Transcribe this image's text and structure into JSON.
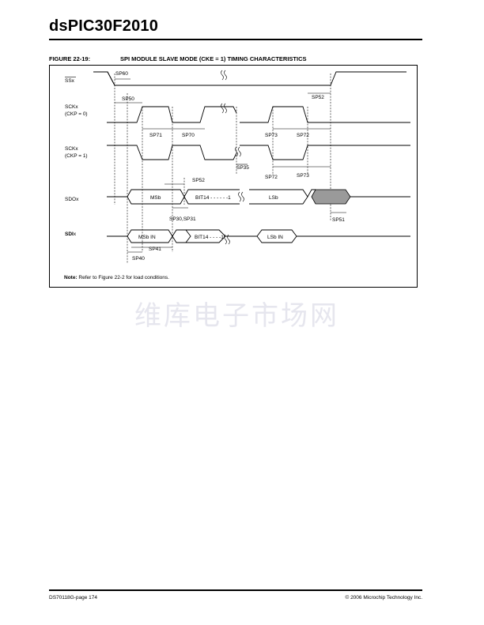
{
  "header": {
    "title": "dsPIC30F2010"
  },
  "figure": {
    "number": "FIGURE 22-19:",
    "caption": "SPI MODULE SLAVE MODE (CKE = 1) TIMING CHARACTERISTICS",
    "signals": {
      "ss": "SSx",
      "sck0_line1": "SCKx",
      "sck0_line2": "(CKP = 0)",
      "sck1_line1": "SCKx",
      "sck1_line2": "(CKP = 1)",
      "sdo": "SDOx",
      "sdi_bold": "SDI",
      "sdi_rest": "x"
    },
    "timing_labels": {
      "sp60": "SP60",
      "sp50": "SP50",
      "sp52_top": "SP52",
      "sp71_a": "SP71",
      "sp70": "SP70",
      "sp73_a": "SP73",
      "sp72_a": "SP72",
      "sp35": "SP35",
      "sp72_b": "SP72",
      "sp73_b": "SP73",
      "sp52_mid": "SP52",
      "sp30_31": "SP30,SP31",
      "sp51": "SP51",
      "sp41": "SP41",
      "sp40": "SP40"
    },
    "data_labels": {
      "sdo_msb": "MSb",
      "sdo_bit14": "BIT14 - - - - - -1",
      "sdo_lsb": "LSb",
      "sdi_msb": "MSb IN",
      "sdi_bit14": "BIT14 - - - -1",
      "sdi_lsb": "LSb IN"
    },
    "note_label": "Note:",
    "note_text": "Refer to Figure 22-2 for load conditions."
  },
  "watermark": "维库电子市场网",
  "footer": {
    "left": "DS70118G-page 174",
    "right": "© 2006 Microchip Technology Inc."
  }
}
